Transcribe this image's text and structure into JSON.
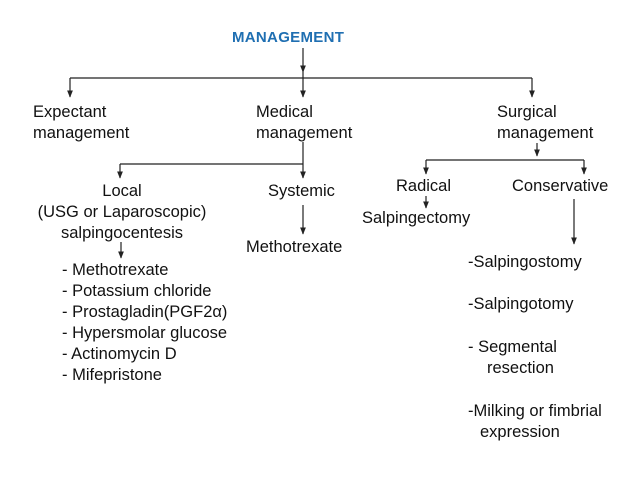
{
  "title": "MANAGEMENT",
  "branches": {
    "expectant": [
      "Expectant",
      "management"
    ],
    "medical": [
      "Medical",
      "management"
    ],
    "surgical": [
      "Surgical",
      "management"
    ]
  },
  "medical": {
    "local": {
      "label": "Local",
      "route": "(USG or Laparoscopic)",
      "procedure": "salpingocentesis",
      "drugs": [
        "- Methotrexate",
        "- Potassium chloride",
        "- Prostagladin(PGF2α)",
        "- Hypersmolar glucose",
        "- Actinomycin D",
        "- Mifepristone"
      ]
    },
    "systemic": {
      "label": "Systemic",
      "drug": "Methotrexate"
    }
  },
  "surgical": {
    "radical": {
      "label": "Radical",
      "procedure": "Salpingectomy"
    },
    "conservative": {
      "label": "Conservative",
      "procedures": [
        [
          "-Salpingostomy"
        ],
        [
          "-Salpingotomy"
        ],
        [
          "- Segmental",
          "resection"
        ],
        [
          "-Milking or fimbrial",
          "expression"
        ]
      ]
    }
  }
}
